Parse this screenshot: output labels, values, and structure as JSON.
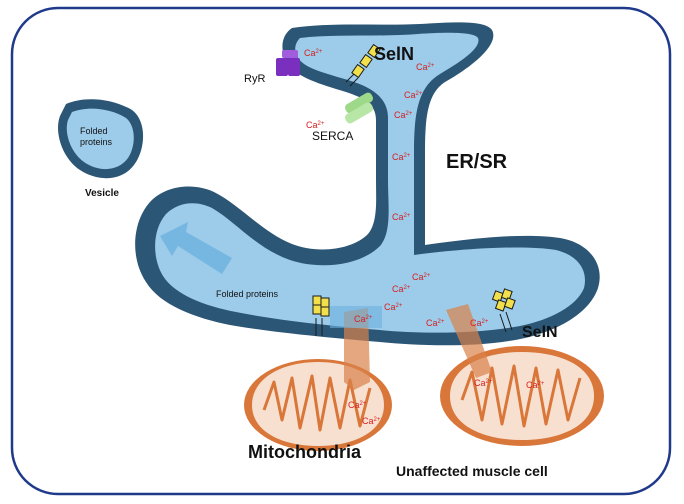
{
  "labels": {
    "selN_top": "SelN",
    "ryr": "RyR",
    "serca": "SERCA",
    "er_sr": "ER/SR",
    "folded_proteins_vesicle": "Folded\nproteins",
    "vesicle": "Vesicle",
    "folded_proteins_er": "Folded proteins",
    "selN_bottom": "SelN",
    "mitochondria": "Mitochondria",
    "cell_caption": "Unaffected muscle cell"
  },
  "ion_label": {
    "base": "Ca",
    "charge": "2+"
  },
  "colors": {
    "cell_border": "#1f3a8a",
    "membrane": "#2c5675",
    "lumen": "#9dcbea",
    "mito_outer": "#d9773a",
    "mito_inner": "#f8e0d0",
    "calcium_text": "#d62020",
    "selN_yellow": "#f1e04b",
    "ryr_purple": "#7b2fbf",
    "serca_green": "#9ed98a",
    "flux_arrow": "#d9824a"
  },
  "icons": [
    "ryr-channel-icon",
    "serca-pump-icon",
    "seln-protein-icon"
  ]
}
